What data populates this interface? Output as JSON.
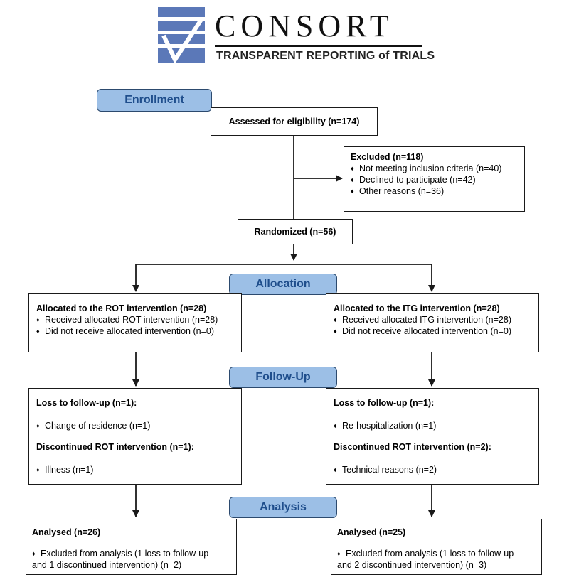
{
  "logo": {
    "wordmark": "CONSORT",
    "tagline": "TRANSPARENT REPORTING of TRIALS"
  },
  "stages": {
    "enrollment": "Enrollment",
    "allocation": "Allocation",
    "followup": "Follow-Up",
    "analysis": "Analysis"
  },
  "assessed": "Assessed for eligibility (n=174)",
  "excluded": {
    "title": "Excluded  (n=118)",
    "items": [
      "Not meeting inclusion criteria (n=40)",
      "Declined to participate (n=42)",
      "Other reasons (n=36)"
    ]
  },
  "randomized": "Randomized (n=56)",
  "alloc_left": {
    "title": "Allocated to the ROT intervention (n=28)",
    "items": [
      "Received allocated ROT intervention (n=28)",
      "Did not receive allocated intervention (n=0)"
    ]
  },
  "alloc_right": {
    "title": "Allocated to the ITG intervention (n=28)",
    "items": [
      "Received allocated ITG intervention (n=28)",
      "Did not receive allocated intervention (n=0)"
    ]
  },
  "follow_left": {
    "loss_title": "Loss to follow-up (n=1):",
    "loss_item": "Change of residence (n=1)",
    "disc_title": "Discontinued ROT intervention (n=1):",
    "disc_item": "Illness (n=1)"
  },
  "follow_right": {
    "loss_title": "Loss to follow-up (n=1):",
    "loss_item": "Re-hospitalization (n=1)",
    "disc_title": "Discontinued ROT intervention (n=2):",
    "disc_item": "Technical reasons (n=2)"
  },
  "analysis_left": {
    "title": "Analysed  (n=26)",
    "item_line1": "Excluded from analysis (1 loss to follow-up",
    "item_line2": "and 1 discontinued intervention) (n=2)"
  },
  "analysis_right": {
    "title": "Analysed  (n=25)",
    "item_line1": "Excluded from analysis (1 loss to follow-up",
    "item_line2": "and 2 discontinued intervention) (n=3)"
  }
}
